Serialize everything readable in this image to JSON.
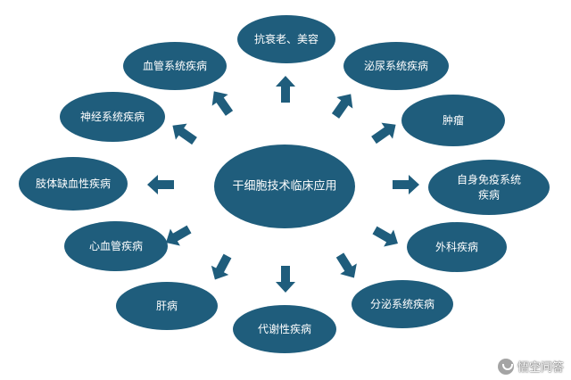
{
  "center": {
    "label": "干细胞技术临床应用"
  },
  "nodes": [
    {
      "id": "anti-aging",
      "lines": [
        "抗衰老、美容"
      ]
    },
    {
      "id": "urinary",
      "lines": [
        "泌尿系统疾病"
      ]
    },
    {
      "id": "tumor",
      "lines": [
        "肿瘤"
      ]
    },
    {
      "id": "autoimmune",
      "lines": [
        "自身免疫系统",
        "疾病"
      ]
    },
    {
      "id": "surgical",
      "lines": [
        "外科疾病"
      ]
    },
    {
      "id": "endocrine",
      "lines": [
        "分泌系统疾病"
      ]
    },
    {
      "id": "metabolic",
      "lines": [
        "代谢性疾病"
      ]
    },
    {
      "id": "liver",
      "lines": [
        "肝病"
      ]
    },
    {
      "id": "cardio",
      "lines": [
        "心血管疾病"
      ]
    },
    {
      "id": "limb-ischemia",
      "lines": [
        "肢体缺血性疾病"
      ]
    },
    {
      "id": "nervous",
      "lines": [
        "神经系统疾病"
      ]
    },
    {
      "id": "vascular",
      "lines": [
        "血管系统疾病"
      ]
    }
  ],
  "watermark": {
    "text": "悟空问答",
    "icon": "wukong-logo-icon"
  },
  "colors": {
    "node_fill": "#1f5d7c",
    "text": "#ffffff",
    "background": "#ffffff"
  }
}
